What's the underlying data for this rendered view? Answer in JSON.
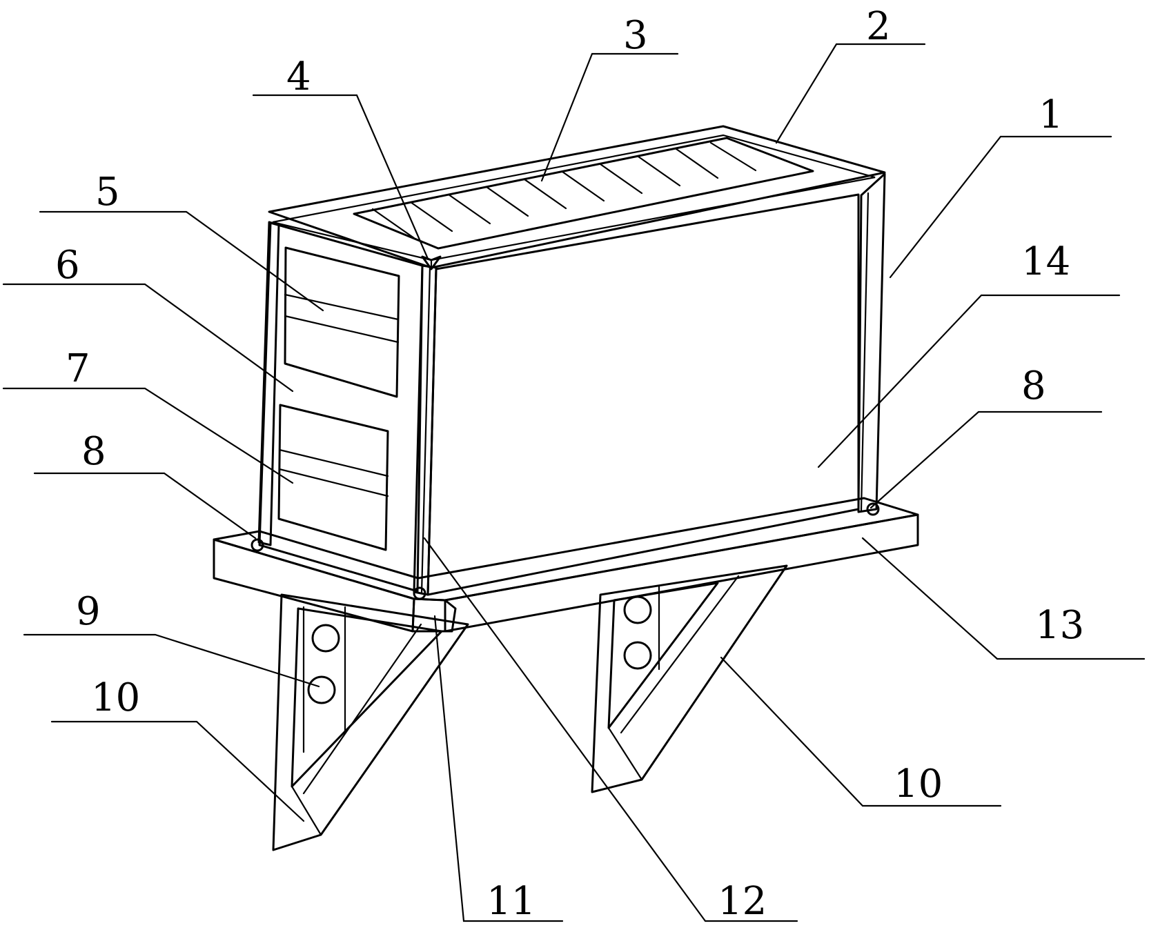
{
  "labels": {
    "l1": "1",
    "l2": "2",
    "l3": "3",
    "l4": "4",
    "l5": "5",
    "l6": "6",
    "l7": "7",
    "l8a": "8",
    "l8b": "8",
    "l9": "9",
    "l10a": "10",
    "l10b": "10",
    "l11": "11",
    "l12": "12",
    "l13": "13",
    "l14": "14"
  },
  "colors": {
    "line": "#000000",
    "background": "#ffffff"
  }
}
